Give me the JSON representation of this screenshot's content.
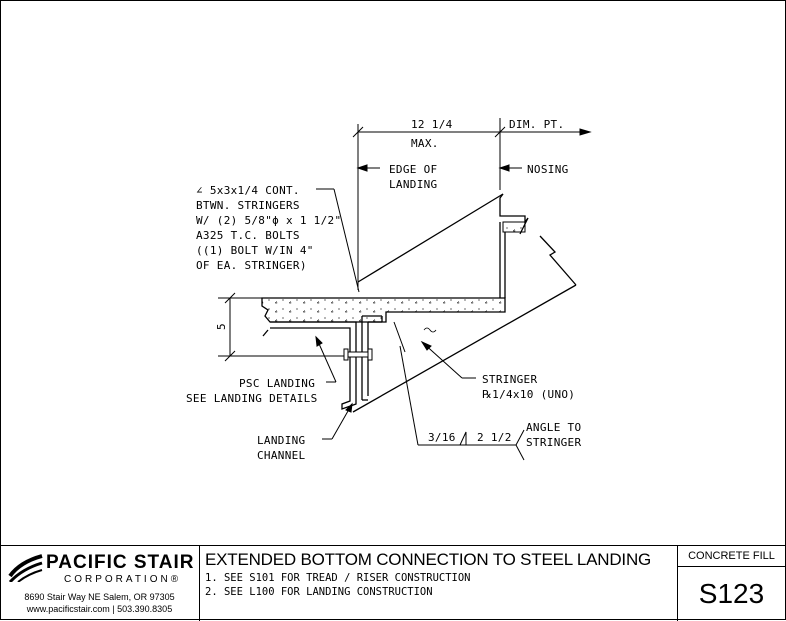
{
  "drawing": {
    "dim_top": "12 1/4",
    "dim_max": "MAX.",
    "dim_pt": "DIM. PT.",
    "edge_of_landing": [
      "EDGE OF",
      "LANDING"
    ],
    "nosing": "NOSING",
    "angle_note": [
      "∠ 5x3x1/4 CONT.",
      "BTWN. STRINGERS",
      "W/ (2) 5/8\"ϕ x 1 1/2\"",
      "A325 T.C. BOLTS",
      "((1) BOLT W/IN 4\"",
      "OF EA. STRINGER)"
    ],
    "dim_side": "5",
    "psc_landing": [
      "PSC LANDING",
      "SEE LANDING DETAILS"
    ],
    "stringer": [
      "STRINGER",
      "℞1/4x10 (UNO)"
    ],
    "landing_channel": [
      "LANDING",
      "CHANNEL"
    ],
    "weld_size": "3/16",
    "weld_length": "2 1/2",
    "angle_to_stringer": [
      "ANGLE TO",
      "STRINGER"
    ]
  },
  "title_block": {
    "company": "PACIFIC STAIR",
    "corporation": "CORPORATION",
    "registered": "®",
    "address": "8690 Stair Way NE Salem, OR 97305",
    "web_phone": "www.pacificstair.com  |  503.390.8305",
    "title": "EXTENDED BOTTOM CONNECTION TO STEEL LANDING",
    "note1": "1. SEE S101 FOR TREAD / RISER CONSTRUCTION",
    "note2": "2. SEE L100 FOR LANDING CONSTRUCTION",
    "category": "CONCRETE FILL",
    "sheet_number": "S123"
  }
}
